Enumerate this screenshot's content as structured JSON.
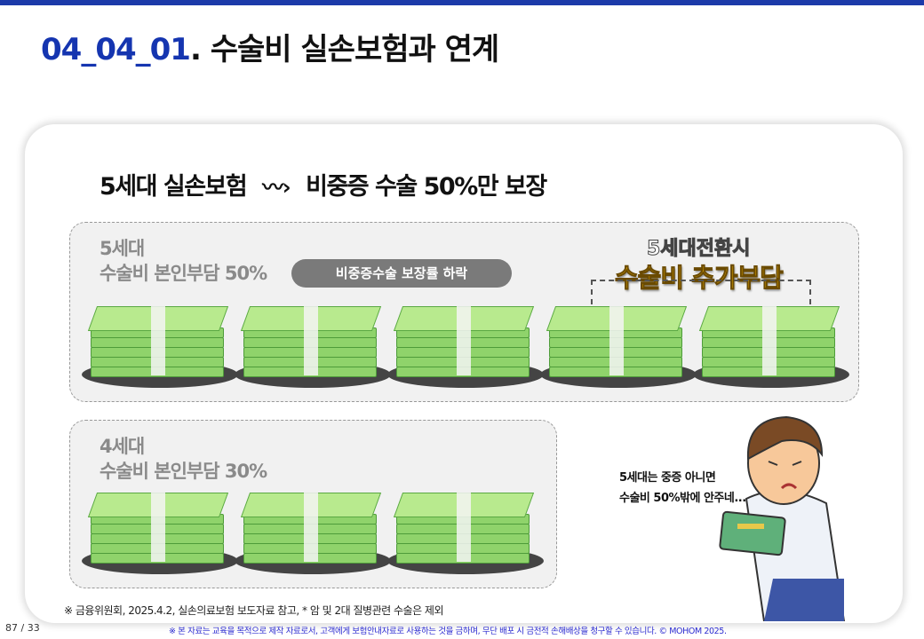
{
  "title": {
    "number": "04_04_01",
    "text": ". 수술비 실손보험과 연계"
  },
  "heading": {
    "left": "5세대 실손보험",
    "arrow": "〰›",
    "right": "비중증 수술 50%만 보장"
  },
  "gen5": {
    "label": "5세대",
    "desc": "수술비 본인부담 50%",
    "pill": "비중증수술 보장률 하락",
    "conv_line1": "5세대전환시",
    "conv_line2": "수술비 추가부담",
    "stacks": 5
  },
  "gen4": {
    "label": "4세대",
    "desc": "수술비 본인부담 30%",
    "stacks": 3
  },
  "speech": {
    "line1": "5세대는 중증 아니면",
    "line2": "수술비 50%밖에 안주네..."
  },
  "footnote": "※ 금융위원회, 2025.4.2, 실손의료보험 보도자료 참고, * 암 및 2대 질병관련 수술은 제외",
  "page": "87 / 33",
  "copyright": "※ 본 자료는 교육을 목적으로 제작 자료로서, 고객에게 보험안내자료로 사용하는 것을 금하며, 무단 배포 시 금전적 손해배상을 청구할 수 있습니다. © MOHOM 2025.",
  "colors": {
    "accent": "#1535b0",
    "gold": "#f5b800"
  }
}
